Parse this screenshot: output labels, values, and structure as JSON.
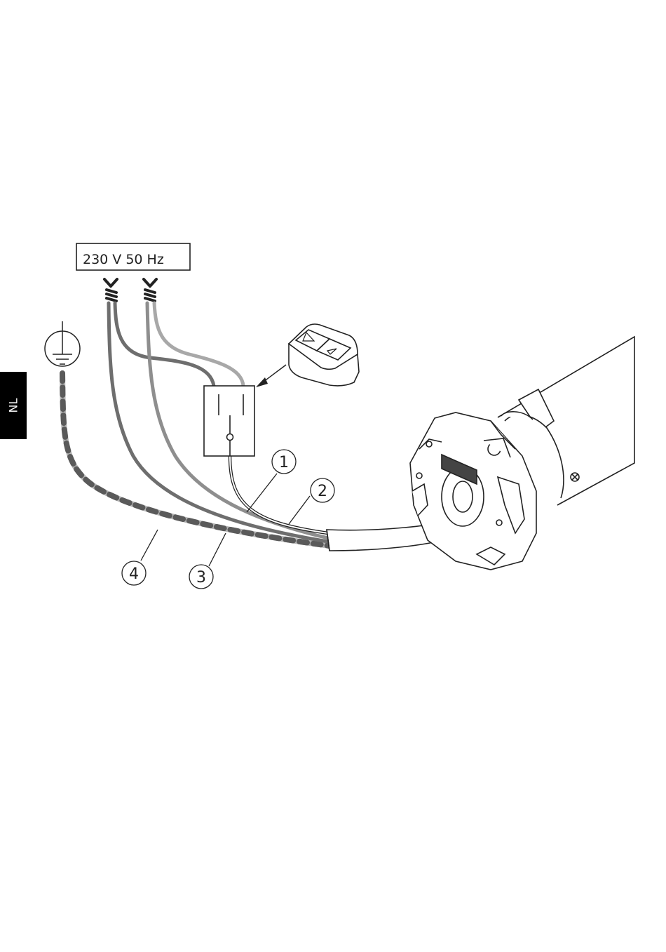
{
  "language_tab": "NL",
  "supply_label": "230 V  50 Hz",
  "callouts": [
    "1",
    "2",
    "3",
    "4"
  ],
  "icons": {
    "earth": "earth-ground-icon",
    "terminals": "screw-terminal-icon",
    "switch": "wall-switch-icon",
    "remote": "push-button-remote-icon",
    "motor": "tubular-motor-icon"
  },
  "colors": {
    "line": "#222222",
    "wire_dark": "#6e6e6e",
    "wire_mid": "#8e8e8e",
    "wire_light": "#a8a8a8",
    "earth_dash": "#b4b4b4"
  }
}
